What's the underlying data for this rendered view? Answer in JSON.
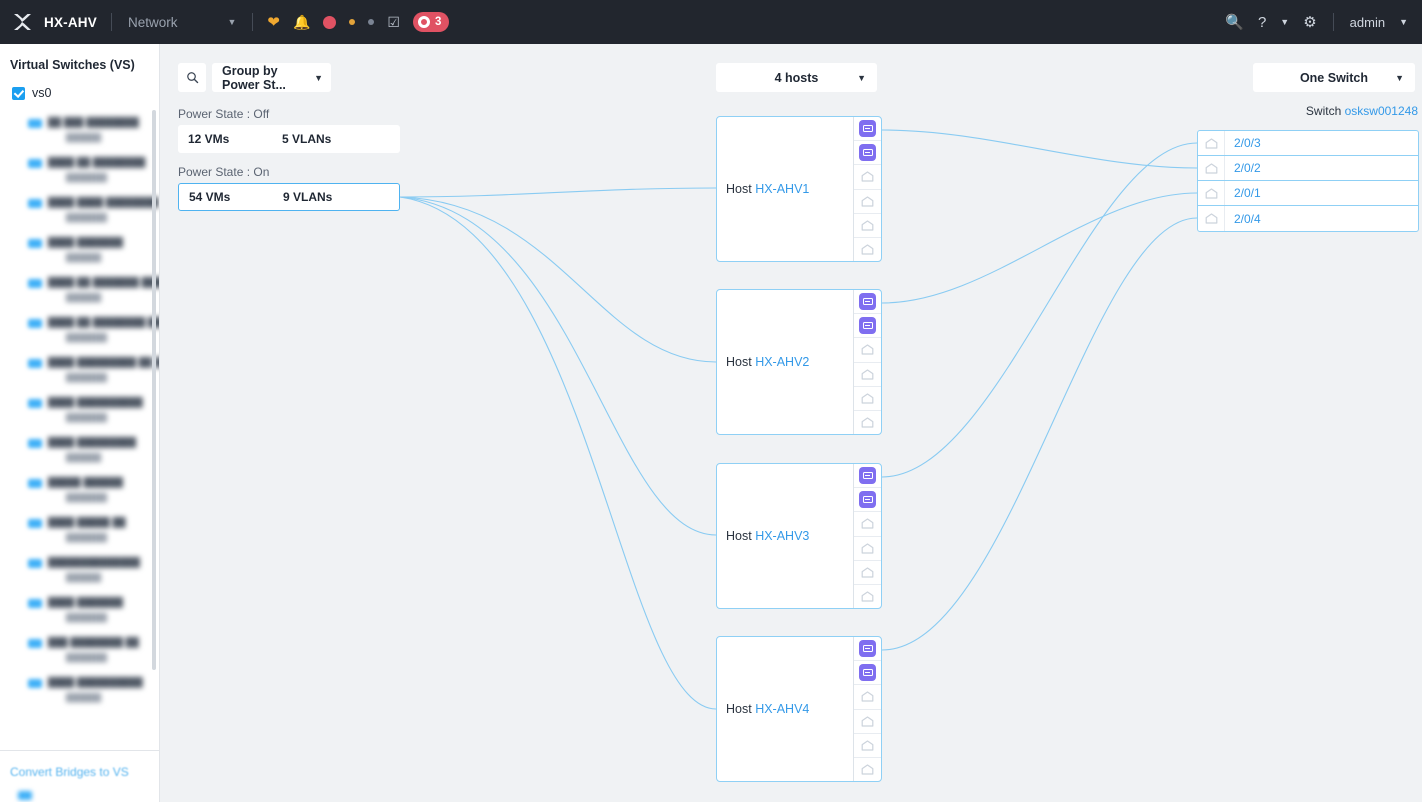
{
  "topbar": {
    "logo_icon": "nutanix-x-logo",
    "product": "HX-AHV",
    "nav_item": "Network",
    "nav_chevron_icon": "chevron-down-icon",
    "health_icon": "heartbeat-icon",
    "bell_icon": "bell-icon",
    "status_dot_large": "status-dot-critical",
    "status_dot_small_a": "status-dot-warning",
    "status_dot_small_b": "status-dot-info",
    "task_icon": "task-checklist-icon",
    "alert_count": "3",
    "alert_ring_icon": "critical-alert-icon",
    "search_icon": "search-icon",
    "help_icon": "help-question-icon",
    "help_chevron_icon": "chevron-down-icon",
    "settings_icon": "gear-icon",
    "user": "admin",
    "user_chevron_icon": "chevron-down-icon",
    "colors": {
      "bg": "#22262e",
      "alert": "#e05263",
      "health": "#f0a830"
    }
  },
  "sidebar": {
    "title": "Virtual Switches (VS)",
    "vs0": {
      "label": "vs0",
      "checked": true
    },
    "redacted_items": [
      {
        "t1": "████ ██████████",
        "t2": "██████"
      },
      {
        "t1": "███ ████████ ██",
        "t2": "███████"
      },
      {
        "t1": "████ ███████",
        "t2": "███████"
      },
      {
        "t1": "██████████████",
        "t2": "██████"
      },
      {
        "t1": "████ █████ ██",
        "t2": "███████"
      },
      {
        "t1": "█████ ██████",
        "t2": "███████"
      },
      {
        "t1": "████ █████████",
        "t2": "██████"
      },
      {
        "t1": "████ ██████████",
        "t2": "███████"
      },
      {
        "t1": "████ █████████ ██ ███",
        "t2": "███████"
      },
      {
        "t1": "████ ██ ████████ ██████",
        "t2": "███████"
      },
      {
        "t1": "████ ██ ███████ ███████",
        "t2": "██████"
      },
      {
        "t1": "████ ███████",
        "t2": "██████"
      },
      {
        "t1": "████ ████ ████████",
        "t2": "███████"
      },
      {
        "t1": "████ ██ ████████",
        "t2": "███████"
      },
      {
        "t1": "██ ███ ████████",
        "t2": "██████"
      }
    ],
    "footer_link": "Convert Bridges to VS"
  },
  "toolbar": {
    "search_icon": "search-icon",
    "group_by": {
      "label": "Group by Power St...",
      "chevron_icon": "chevron-down-icon"
    },
    "hosts_filter": {
      "label": "4 hosts",
      "chevron_icon": "chevron-down-icon"
    },
    "switch_filter": {
      "label": "One Switch",
      "chevron_icon": "chevron-down-icon"
    }
  },
  "power_groups": [
    {
      "label": "Power State : Off",
      "vms": "12 VMs",
      "vlans": "5 VLANs",
      "selected": false
    },
    {
      "label": "Power State : On",
      "vms": "54 VMs",
      "vlans": "9 VLANs",
      "selected": true
    }
  ],
  "hosts": [
    {
      "prefix": "Host",
      "name": "HX-AHV1",
      "nics": [
        "on",
        "on",
        "off",
        "off",
        "off",
        "off"
      ]
    },
    {
      "prefix": "Host",
      "name": "HX-AHV2",
      "nics": [
        "on",
        "on",
        "off",
        "off",
        "off",
        "off"
      ]
    },
    {
      "prefix": "Host",
      "name": "HX-AHV3",
      "nics": [
        "on",
        "on",
        "off",
        "off",
        "off",
        "off"
      ]
    },
    {
      "prefix": "Host",
      "name": "HX-AHV4",
      "nics": [
        "on",
        "on",
        "off",
        "off",
        "off",
        "off"
      ]
    }
  ],
  "switch": {
    "prefix": "Switch",
    "name": "osksw001248",
    "ports": [
      {
        "name": "2/0/3",
        "icon": "port-icon"
      },
      {
        "name": "2/0/2",
        "icon": "port-icon"
      },
      {
        "name": "2/0/1",
        "icon": "port-icon"
      },
      {
        "name": "2/0/4",
        "icon": "port-icon"
      }
    ]
  },
  "colors": {
    "link": "#89cbf2",
    "nic_active": "#7f6ef0",
    "card_border": "#8fd0f5",
    "accent_link": "#3399e8",
    "canvas_bg": "#f0f2f4"
  }
}
